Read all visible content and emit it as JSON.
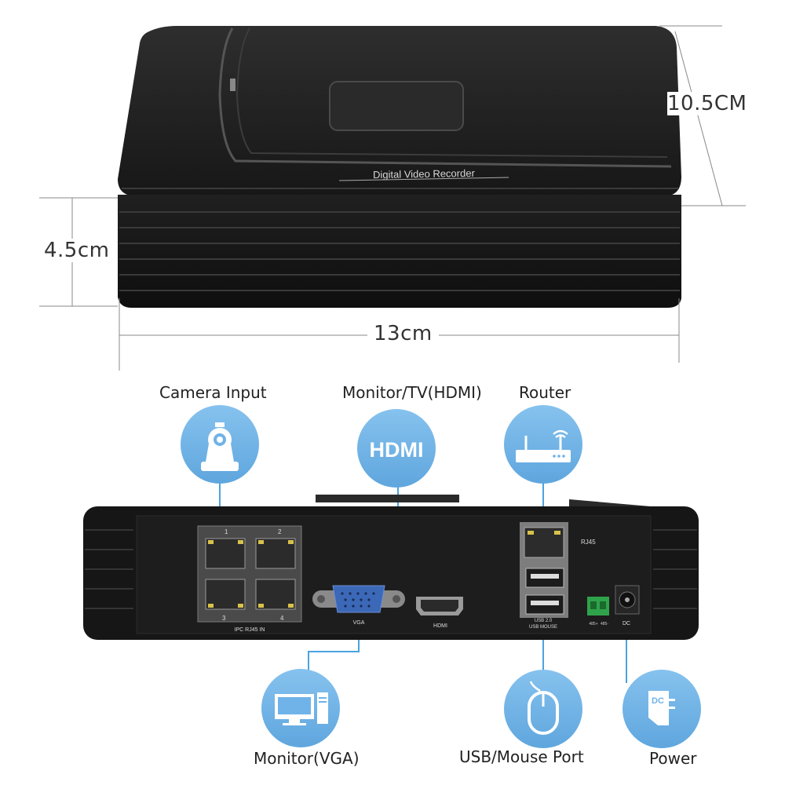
{
  "dimensions": {
    "depth": "10.5CM",
    "height": "4.5cm",
    "width": "13cm"
  },
  "top_device": {
    "label": "Digital Video Recorder"
  },
  "callouts": {
    "camera_input": "Camera Input",
    "monitor_hdmi": "Monitor/TV(HDMI)",
    "router": "Router",
    "monitor_vga": "Monitor(VGA)",
    "usb_mouse": "USB/Mouse Port",
    "power": "Power"
  },
  "icon_text": {
    "hdmi": "HDMI",
    "dc": "DC"
  },
  "rear_panel": {
    "port_numbers": [
      "1",
      "2",
      "3",
      "4"
    ],
    "ipc_label": "IPC RJ45 IN",
    "vga_label": "VGA",
    "hdmi_label": "HDMI",
    "rj45_label": "RJ45",
    "usb_label": "USB 2.0",
    "usb_sub_label": "USB MOUSE",
    "rs485_pos": "485+",
    "rs485_neg": "485-",
    "dc_label": "DC"
  },
  "colors": {
    "device_body": "#1c1c1c",
    "icon_circle": "#6fb3e8",
    "callout_line": "#4aa3e0"
  },
  "icons": [
    "ptz-camera-icon",
    "hdmi-icon",
    "router-icon",
    "desktop-monitor-icon",
    "mouse-icon",
    "power-adapter-icon"
  ]
}
